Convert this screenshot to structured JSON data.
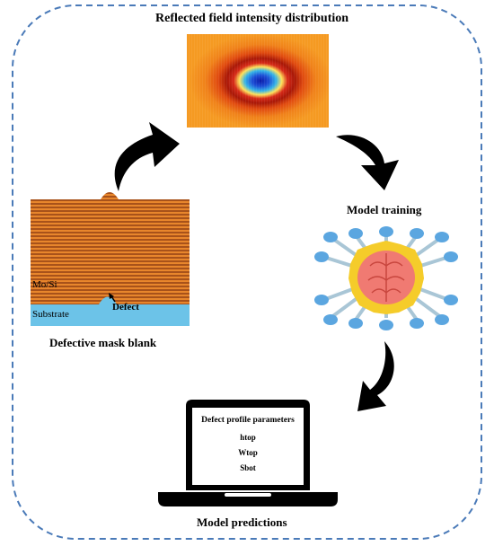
{
  "labels": {
    "reflected": "Reflected field intensity distribution",
    "training": "Model training",
    "mask_blank": "Defective mask blank",
    "predictions": "Model predictions"
  },
  "mask": {
    "multilayer": "Mo/Si",
    "substrate": "Substrate",
    "defect": "Defect",
    "colors": {
      "layer_a": "#e8862c",
      "layer_b": "#a8521a",
      "substrate": "#6cc3e8"
    }
  },
  "laptop": {
    "title": "Defect profile parameters",
    "params": [
      "htop",
      "Wtop",
      "Sbot"
    ]
  },
  "colors": {
    "border": "#4a7ab8",
    "brain": "#f07a72",
    "brain_frame": "#f5cc2a",
    "node": "#5ba6e0",
    "connector": "#a9c6d6"
  }
}
